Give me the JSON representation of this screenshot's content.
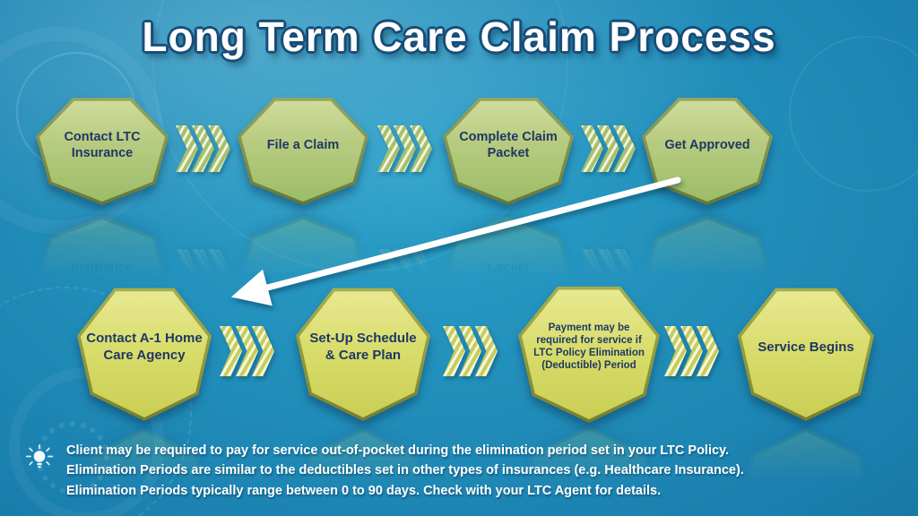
{
  "title": "Long Term Care Claim Process",
  "flow": {
    "top_row": [
      "Contact LTC Insurance",
      "File a Claim",
      "Complete Claim Packet",
      "Get Approved"
    ],
    "bottom_row": [
      "Contact A-1 Home Care Agency",
      "Set-Up Schedule & Care Plan",
      "Payment may be required for service if LTC Policy Elimination (Deductible) Period",
      "Service Begins"
    ]
  },
  "footer": {
    "lines": [
      "Client may be required to pay for service out-of-pocket during the elimination period set in your LTC Policy.",
      "Elimination Periods are similar to the deductibles set in other types of insurances (e.g. Healthcare Insurance).",
      "Elimination Periods typically range between 0 to 90 days. Check with your LTC Agent for details."
    ]
  },
  "icons": {
    "lightbulb": "lightbulb-icon",
    "chevron": "chevron-icon",
    "return_arrow": "return-arrow"
  },
  "colors": {
    "background_top": "#2aa0c9",
    "background_bottom": "#0a5784",
    "shape_top_fill": "#b7cb80",
    "shape_top_border": "#7d8f4a",
    "shape_bottom_fill": "#d8dc6a",
    "shape_bottom_border": "#8f973c",
    "step_text": "#1f3864",
    "title_text": "#ffffff",
    "footer_text": "#ffffff",
    "arrow": "#ffffff"
  }
}
